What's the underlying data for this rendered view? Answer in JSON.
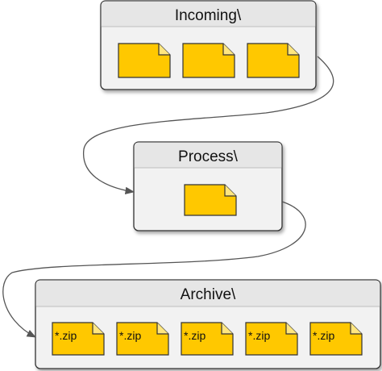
{
  "colors": {
    "file_fill": "#ffc800",
    "file_stroke": "#333333",
    "box_fill": "#f2f2f2",
    "header_fill": "#e6e6e6",
    "box_stroke": "#333333",
    "connector": "#555555"
  },
  "boxes": {
    "incoming": {
      "title": "Incoming\\",
      "file_count": 3,
      "file_label": ""
    },
    "process": {
      "title": "Process\\",
      "file_count": 1,
      "file_label": ""
    },
    "archive": {
      "title": "Archive\\",
      "file_count": 5,
      "file_label": "*.zip"
    }
  },
  "connectors": [
    {
      "from": "incoming",
      "to": "process"
    },
    {
      "from": "process",
      "to": "archive"
    }
  ]
}
